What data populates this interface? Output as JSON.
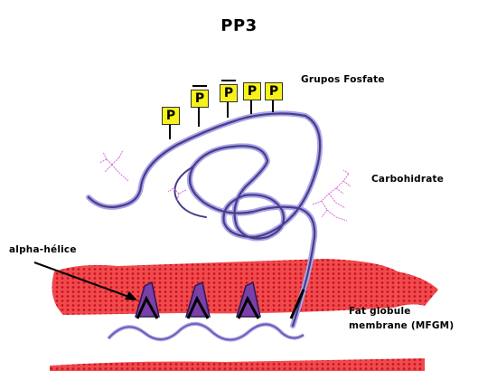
{
  "title": "PP3",
  "labels": {
    "phosphate": "Grupos Fosfate",
    "carbohydrate": "Carbohidrate",
    "alpha_helix": "alpha-hélice",
    "mfgm_line1": "Fat globule",
    "mfgm_line2": "membrane (MFGM)"
  },
  "phosphate_symbol": "P",
  "colors": {
    "membrane": "#e8242a",
    "chain_dark": "#4b3b8c",
    "chain_light": "#a8a6e6",
    "carbohydrate": "#d46fd6",
    "helix_fill": "#7a3fa8",
    "phosphate_box": "#f7f21a"
  }
}
